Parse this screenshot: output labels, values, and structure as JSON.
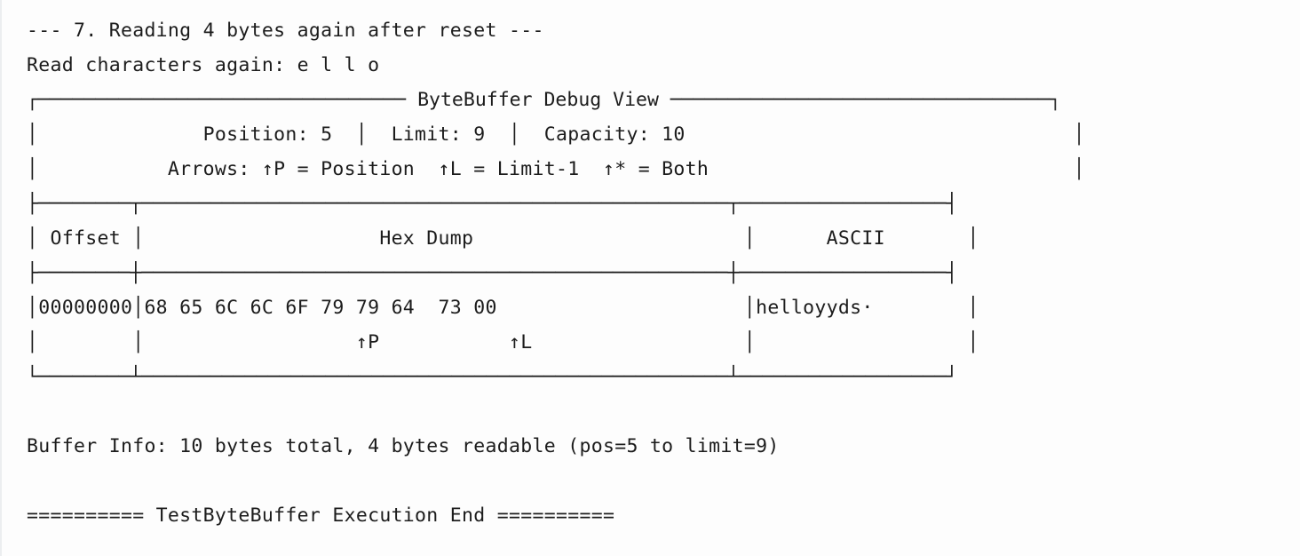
{
  "console": {
    "background_color": "#fdfdfd",
    "text_color": "#1c1c1c",
    "lines": [
      "--- 7. Reading 4 bytes again after reset ---",
      "Read characters again: e l l o",
      "┌──────────────────────────────── ByteBuffer Debug View ─────────────────────────────────┐",
      "│              Position: 5  │  Limit: 9  │  Capacity: 10                                 │",
      "│           Arrows: ↑P = Position  ↑L = Limit-1  ↑* = Both                               │",
      "├────────┬───────────────────────────────────────────────────┬──────────────────┤",
      "│ Offset │                    Hex Dump                       │      ASCII       │",
      "├────────┼───────────────────────────────────────────────────┼──────────────────┤",
      "│00000000│68 65 6C 6C 6F 79 79 64  73 00                     │helloyyds·        │",
      "│        │                  ↑P           ↑L                  │                  │",
      "└────────┴───────────────────────────────────────────────────┴──────────────────┘",
      "",
      "Buffer Info: 10 bytes total, 4 bytes readable (pos=5 to limit=9)",
      "",
      "========== TestByteBuffer Execution End =========="
    ],
    "section_header": "--- 7. Reading 4 bytes again after reset ---",
    "read_characters": "Read characters again: e l l o",
    "debug_view_title": "ByteBuffer Debug View",
    "stats": {
      "position_label": "Position:",
      "position_value": "5",
      "limit_label": "Limit:",
      "limit_value": "9",
      "capacity_label": "Capacity:",
      "capacity_value": "10"
    },
    "legend": {
      "prefix": "Arrows:",
      "position_marker": "↑P = Position",
      "limit_marker": "↑L = Limit-1",
      "both_marker": "↑* = Both"
    },
    "table": {
      "headers": [
        "Offset",
        "Hex Dump",
        "ASCII"
      ],
      "rows": [
        {
          "offset": "00000000",
          "hex": "68 65 6C 6C 6F 79 79 64  73 00",
          "ascii": "helloyyds·"
        }
      ],
      "marker_row": {
        "position_arrow": "↑P",
        "limit_arrow": "↑L"
      }
    },
    "buffer_info": "Buffer Info: 10 bytes total, 4 bytes readable (pos=5 to limit=9)",
    "execution_end": "========== TestByteBuffer Execution End =========="
  }
}
